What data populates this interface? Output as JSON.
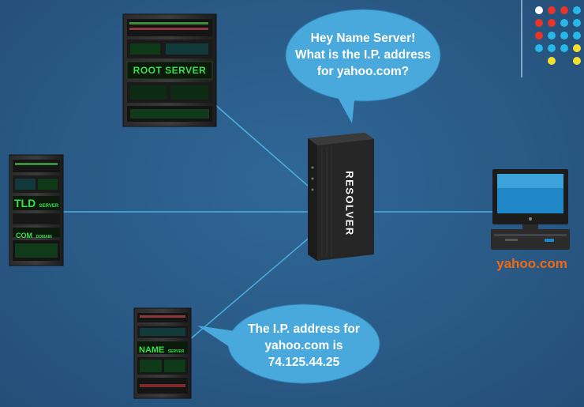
{
  "servers": {
    "root": {
      "label": "ROOT SERVER"
    },
    "tld": {
      "label": "TLD",
      "sublabel": "SERVER",
      "com_label": "COM",
      "domain_label": "DOMAIN"
    },
    "name": {
      "label": "NAME",
      "sublabel": "SERVER"
    },
    "resolver": {
      "label": "RESOLVER"
    }
  },
  "bubbles": {
    "query": {
      "line1": "Hey Name Server!",
      "line2": "What is the I.P. address",
      "line3": "for yahoo.com?"
    },
    "answer": {
      "line1": "The I.P. address for",
      "line2": "yahoo.com is",
      "line3": "74.125.44.25"
    }
  },
  "computer": {
    "caption": "yahoo.com"
  },
  "colors": {
    "background": "#2a5a86",
    "connector": "#4ab0e0",
    "bubble": "#4aa9dc",
    "caption": "#f26a10",
    "dots": [
      "#ffffff",
      "#e8352a",
      "#29b6e8",
      "#f5e12b"
    ]
  }
}
